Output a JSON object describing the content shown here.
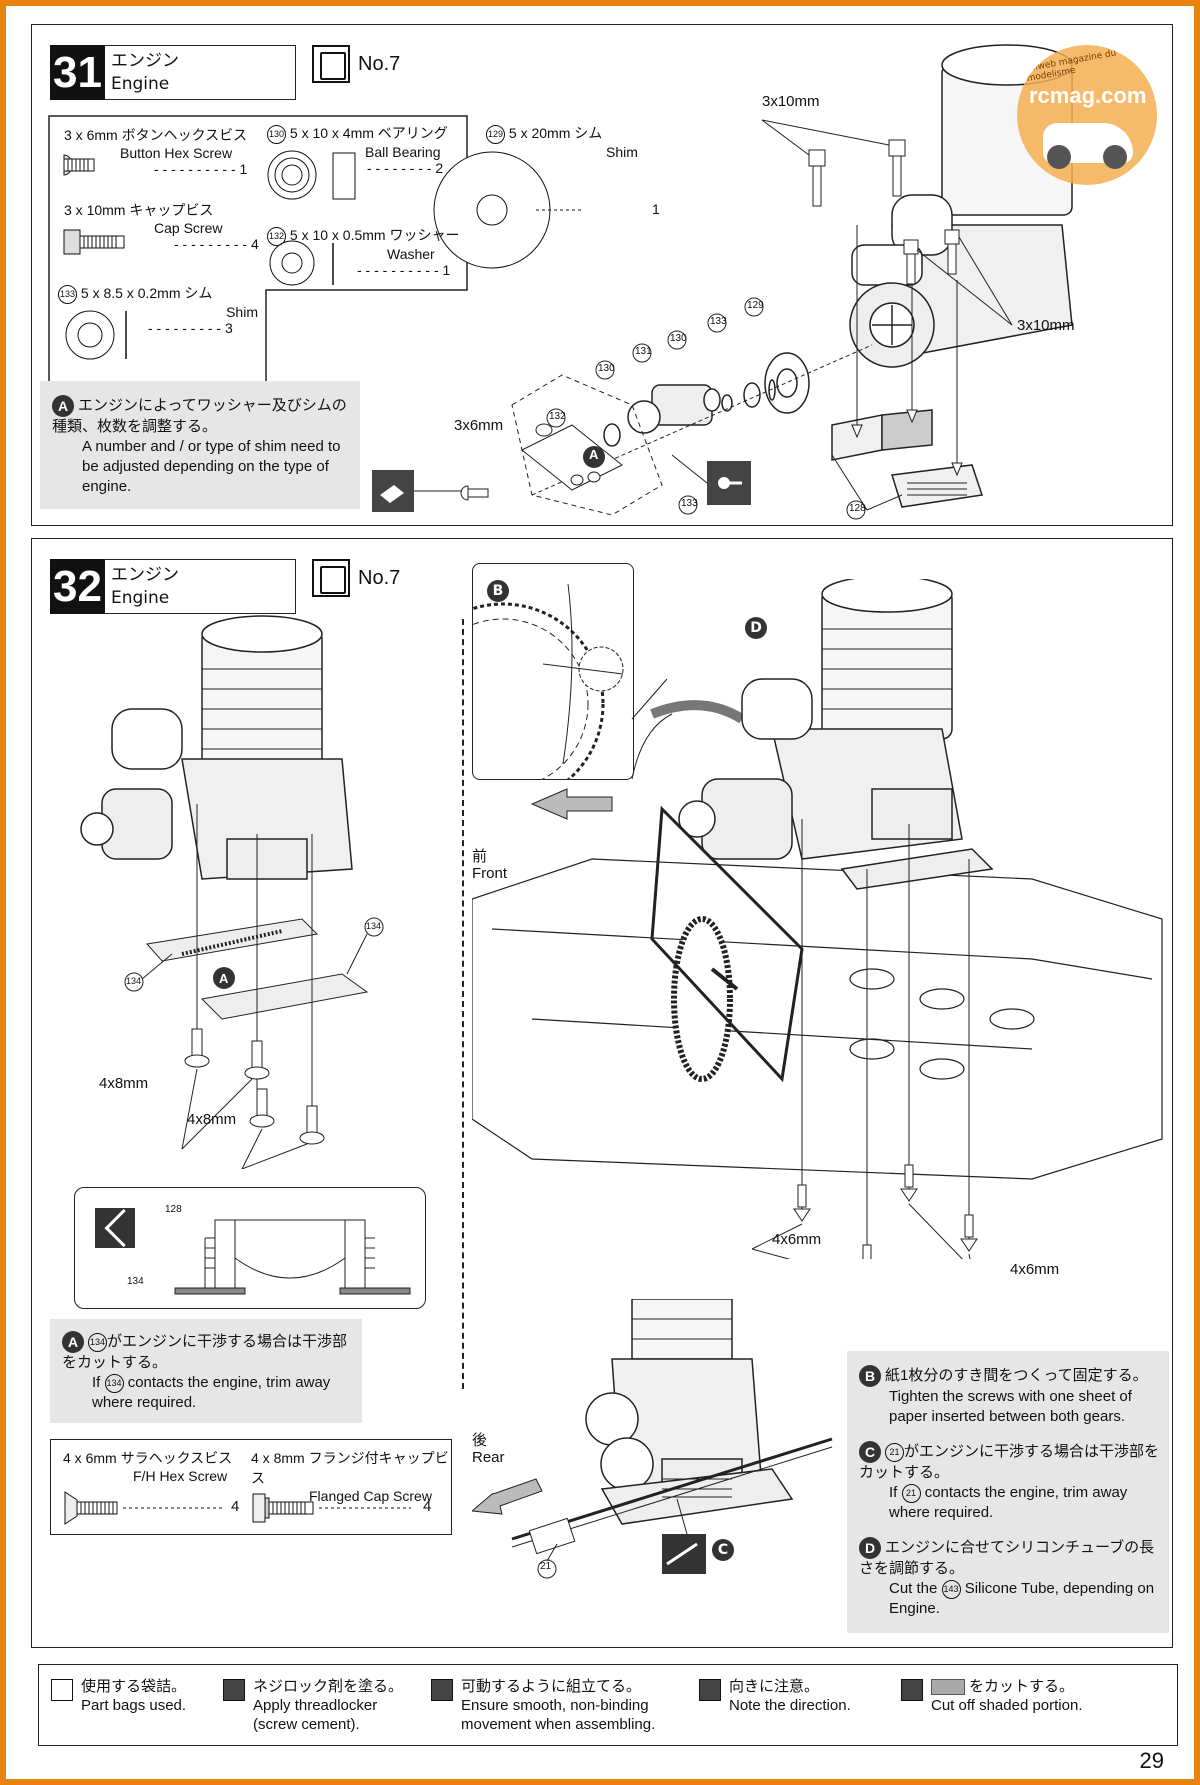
{
  "step31": {
    "number": "31",
    "title_jp": "エンジン",
    "title_en": "Engine",
    "bag": "No.7",
    "parts": [
      {
        "jp": "3 x 6mm ボタンヘックスビス",
        "en": "Button Hex Screw",
        "qty": "1"
      },
      {
        "jp": "3 x 10mm キャップビス",
        "en": "Cap Screw",
        "qty": "4"
      },
      {
        "id": "133",
        "jp": "5 x 8.5 x 0.2mm シム",
        "en": "Shim",
        "qty": "3"
      },
      {
        "id": "130",
        "jp": "5 x 10 x 4mm ベアリング",
        "en": "Ball Bearing",
        "qty": "2"
      },
      {
        "id": "132",
        "jp": "5 x 10 x 0.5mm ワッシャー",
        "en": "Washer",
        "qty": "1"
      },
      {
        "id": "129",
        "jp": "5 x 20mm シム",
        "en": "Shim",
        "qty": "1"
      }
    ],
    "note": {
      "letter": "A",
      "jp": "エンジンによってワッシャー及びシムの種類、枚数を調整する。",
      "en": "A number and / or type of shim need to be adjusted depending on the type of engine."
    },
    "labels": {
      "screw_top": "3x10mm",
      "screw_right": "3x10mm",
      "screw_small": "3x6mm",
      "ids": [
        "130",
        "131",
        "130",
        "133",
        "129",
        "132",
        "133",
        "128"
      ]
    }
  },
  "step32": {
    "number": "32",
    "title_jp": "エンジン",
    "title_en": "Engine",
    "bag": "No.7",
    "labels": {
      "front_jp": "前",
      "front_en": "Front",
      "rear_jp": "後",
      "rear_en": "Rear",
      "screw_a": "4x8mm",
      "screw_b": "4x8mm",
      "screw_c": "4x6mm",
      "screw_d": "4x6mm",
      "id_134a": "134",
      "id_134b": "134",
      "id_128": "128",
      "id_134c": "134",
      "id_21": "21",
      "letter_a": "A",
      "letter_b": "B",
      "letter_c": "C",
      "letter_d": "D"
    },
    "note_a": {
      "letter": "A",
      "id": "134",
      "jp": "がエンジンに干渉する場合は干渉部をカットする。",
      "en_pre": "If",
      "en_post": "contacts the engine, trim away where required."
    },
    "parts": [
      {
        "jp": "4 x 6mm サラヘックスビス",
        "en": "F/H Hex Screw",
        "qty": "4"
      },
      {
        "jp": "4 x 8mm フランジ付キャップビス",
        "en": "Flanged Cap Screw",
        "qty": "4"
      }
    ],
    "notes_right": [
      {
        "letter": "B",
        "jp": "紙1枚分のすき間をつくって固定する。",
        "en": "Tighten the screws with one sheet of paper inserted between both gears."
      },
      {
        "letter": "C",
        "id": "21",
        "jp": "がエンジンに干渉する場合は干渉部をカットする。",
        "en_pre": "If",
        "en_post": "contacts the engine, trim away where required."
      },
      {
        "letter": "D",
        "id": "143",
        "jp": "エンジンに合せてシリコンチューブの長さを調節する。",
        "en_pre": "Cut the",
        "en_post": "Silicone Tube, depending on Engine."
      }
    ]
  },
  "legend": [
    {
      "icon": "bag-icon",
      "jp": "使用する袋詰。",
      "en": "Part bags used."
    },
    {
      "icon": "threadlocker-icon",
      "jp": "ネジロック剤を塗る。",
      "en": "Apply threadlocker (screw cement)."
    },
    {
      "icon": "movement-icon",
      "jp": "可動するように組立てる。",
      "en": "Ensure smooth, non-binding movement when assembling."
    },
    {
      "icon": "direction-icon",
      "jp": "向きに注意。",
      "en": "Note the direction."
    },
    {
      "icon": "cut-icon",
      "jp": "をカットする。",
      "en": "Cut off shaded portion."
    }
  ],
  "watermark": "rcmag.com",
  "watermark_sub": "Lelweb magazine du modelisme",
  "page_number": "29"
}
